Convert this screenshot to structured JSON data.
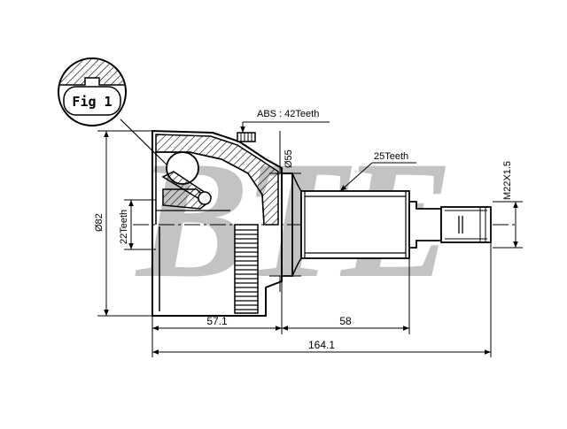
{
  "watermark": {
    "text": "BTE",
    "color": "#b9b9b9"
  },
  "figure_label": "Fig 1",
  "annotations": {
    "abs": "ABS : 42Teeth",
    "spline_outer": "25Teeth",
    "spline_inner": "22Teeth",
    "thread": "M22X1.5",
    "dia_outer": "Ø82",
    "dia_seal": "Ø55"
  },
  "dimensions": {
    "bell_length": "57.1",
    "shaft_length": "58",
    "total_length": "164.1"
  }
}
